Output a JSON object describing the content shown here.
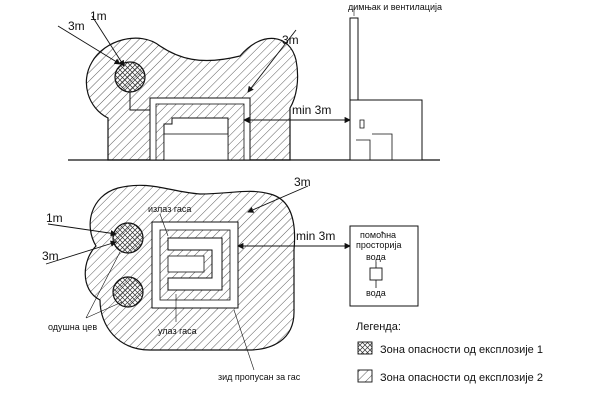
{
  "top_view": {
    "dim_3m_upper_left": "3m",
    "dim_1m": "1m",
    "dim_3m_upper_right": "3m",
    "min_distance": "min 3m",
    "chimney_label": "димњак и вентилација"
  },
  "bottom_view": {
    "dim_3m_top": "3m",
    "dim_1m": "1m",
    "dim_3m_left": "3m",
    "min_distance": "min 3m",
    "gas_outlet": "излаз гаса",
    "gas_inlet": "улаз гаса",
    "vent_pipe": "одушна цев",
    "gas_wall": "зид пропусан за гас",
    "aux_room_line1": "помоћна",
    "aux_room_line2": "просторија",
    "water_top": "вода",
    "water_bottom": "вода"
  },
  "legend": {
    "title": "Легенда:",
    "zone1": "Зона опасности од експлозије 1",
    "zone2": "Зона опасности од експлозије 2"
  },
  "colors": {
    "line": "#111111",
    "hatch": "#333333",
    "background": "#ffffff"
  }
}
